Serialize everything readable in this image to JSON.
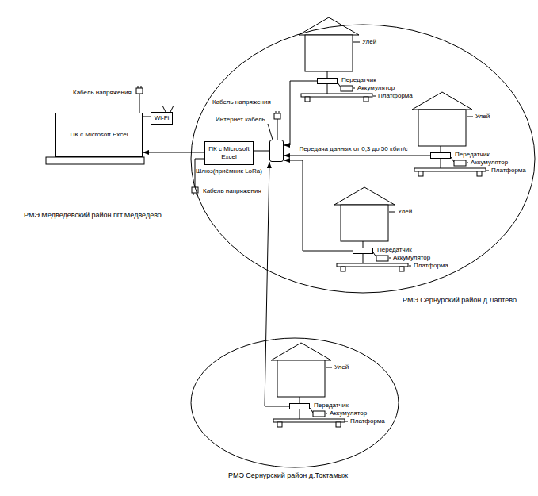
{
  "diagram": {
    "nodes": [
      {
        "text": [
          "ПК с Microsoft Excel"
        ]
      },
      {
        "text": [
          "Wi-Fi"
        ]
      },
      {
        "text": [
          "РМЭ Сернурский район д.Лаптево"
        ]
      },
      {
        "text": [
          "ПК с Microsoft Excel"
        ],
        "in": 2
      },
      {
        "text": [
          "Шлюз(приёмник LoRa)"
        ],
        "in": 2
      },
      {
        "text": [
          "Передатчик"
        ],
        "in": 2
      },
      {
        "text": [
          "Передатчик"
        ],
        "in": 2
      },
      {
        "text": [
          "Передатчик"
        ],
        "in": 2
      },
      {
        "text": [
          "РМЭ Сернурский район д.Токтамыж"
        ]
      },
      {
        "text": [
          "Передатчик"
        ],
        "in": 8
      }
    ],
    "edges": [
      {
        "from": 3,
        "to": 0,
        "arrow": "to"
      },
      {
        "from": 1,
        "to": 0,
        "arrow": "none"
      },
      {
        "from": 4,
        "to": 3,
        "arrow": "none"
      },
      {
        "from": 5,
        "to": 4,
        "arrow": "to"
      },
      {
        "from": 6,
        "to": 4,
        "label": "Передача данных от 0,3 до 50 кбит/с",
        "arrow": "to"
      },
      {
        "from": 7,
        "to": 4,
        "arrow": "to"
      },
      {
        "from": 9,
        "to": 4,
        "arrow": "to"
      }
    ],
    "labels": [
      "Кабель напряжения",
      "Кабель напряжения",
      "Интернет кабель",
      "Кабель напряжения",
      "Улей",
      "Аккумулятор",
      "Платформа",
      "Улей",
      "Аккумулятор",
      "Платформа",
      "Улей",
      "Аккумулятор",
      "Платформа",
      "Улей",
      "Аккумулятор",
      "Платформа",
      "РМЭ Медведевский район пгт.Медведево"
    ]
  }
}
